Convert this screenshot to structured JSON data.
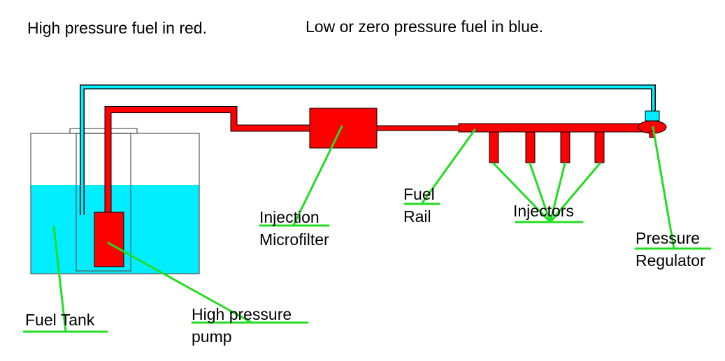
{
  "headers": {
    "high_pressure_note": "High pressure fuel in red.",
    "low_pressure_note": "Low or zero pressure fuel in blue."
  },
  "labels": {
    "fuel_tank": "Fuel Tank",
    "high_pressure_pump_line1": "High pressure",
    "high_pressure_pump_line2": "pump",
    "injection_microfilter_line1": "Injection",
    "injection_microfilter_line2": "Microfilter",
    "fuel_rail_line1": "Fuel",
    "fuel_rail_line2": "Rail",
    "injectors": "Injectors",
    "pressure_regulator_line1": "Pressure",
    "pressure_regulator_line2": "Regulator"
  },
  "colors": {
    "high_pressure": "#ff0000",
    "low_pressure": "#00eeff",
    "leader": "#22dd22",
    "outline": "#000000",
    "tank_outline": "#555555",
    "background": "#ffffff"
  }
}
